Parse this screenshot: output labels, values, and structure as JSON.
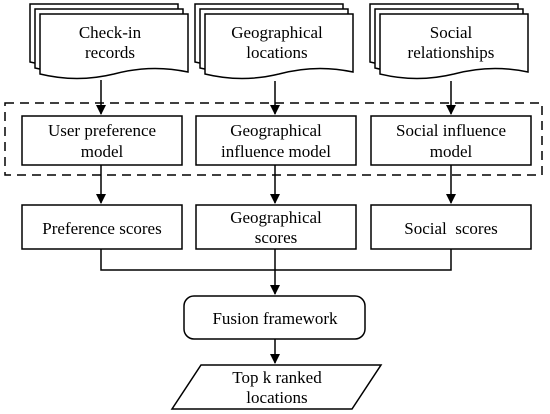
{
  "sources": [
    {
      "line1": "Check-in",
      "line2": "records"
    },
    {
      "line1": "Geographical",
      "line2": "locations"
    },
    {
      "line1": "Social",
      "line2": "relationships"
    }
  ],
  "models": [
    {
      "line1": "User preference",
      "line2": "model"
    },
    {
      "line1": "Geographical",
      "line2": "influence model"
    },
    {
      "line1": "Social influence",
      "line2": "model"
    }
  ],
  "scores": [
    {
      "line1": "Preference scores",
      "line2": ""
    },
    {
      "line1": "Geographical",
      "line2": "scores"
    },
    {
      "line1": "Social  scores",
      "line2": ""
    }
  ],
  "fusion": {
    "label": "Fusion framework"
  },
  "output": {
    "line1": "Top k ranked",
    "line2": "locations"
  },
  "colors": {
    "stroke": "#000000",
    "background": "#ffffff"
  }
}
